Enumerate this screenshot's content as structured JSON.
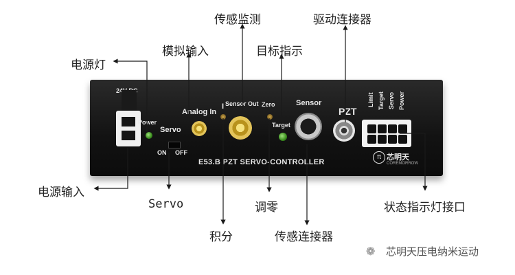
{
  "callouts": {
    "sensor_monitor": "传感监测",
    "drive_connector": "驱动连接器",
    "analog_input": "模拟输入",
    "target_indicator": "目标指示",
    "power_led": "电源灯",
    "power_input": "电源输入",
    "servo": "Servo",
    "zero_adjust": "调零",
    "status_indicator_port": "状态指示灯接口",
    "integral": "积分",
    "sensor_connector": "传感连接器"
  },
  "device": {
    "voltage_label": "24V DC",
    "power_label": "Power",
    "servo_label": "Servo",
    "on_label": "ON",
    "off_label": "OFF",
    "analog_in_label": "Analog In",
    "integral_label": "I",
    "sensor_out_label": "Sensor Out",
    "zero_label": "Zero",
    "target_label": "Target",
    "sensor_label": "Sensor",
    "pzt_label": "PZT",
    "status_labels": [
      "Limit",
      "Target",
      "Servo",
      "Power"
    ],
    "model_label": "E53.B  PZT SERVO-CONTROLLER",
    "brand": "芯明天",
    "brand_sub": "COREMORROW",
    "logo_symbol": "π"
  },
  "watermark": {
    "text": "芯明天压电纳米运动"
  },
  "colors": {
    "device_body": "#151515",
    "led_green": "#5dbb2f",
    "connector_gold": "#d4b03c",
    "callout_line": "#1a1a1a"
  }
}
